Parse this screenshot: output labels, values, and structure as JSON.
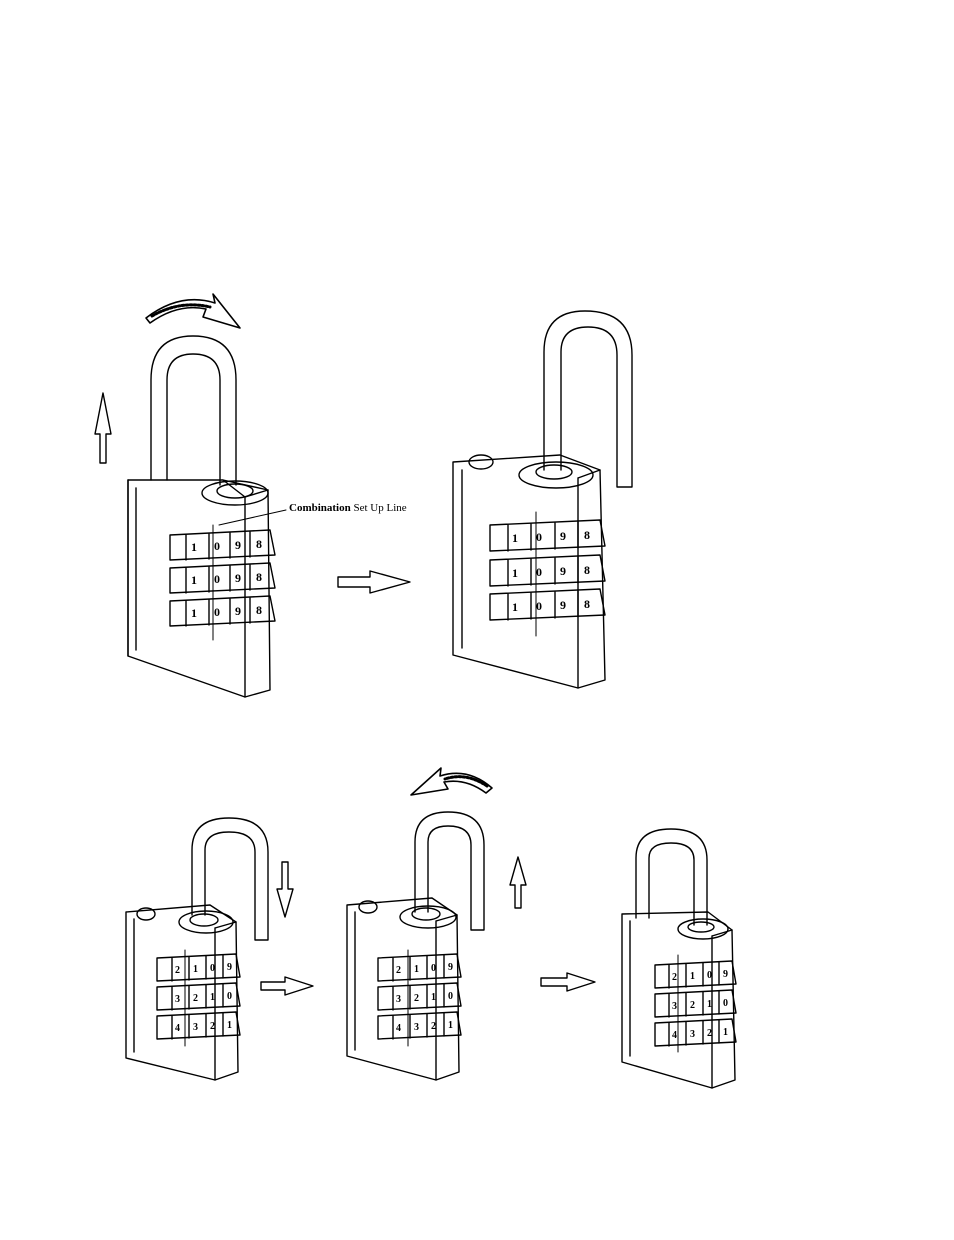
{
  "callout": {
    "bold": "Combination",
    "rest": "Set Up Line"
  },
  "dials": {
    "top": {
      "left_lock": [
        [
          "1",
          "0",
          "9",
          "8"
        ],
        [
          "1",
          "0",
          "9",
          "8"
        ],
        [
          "1",
          "0",
          "9",
          "8"
        ]
      ],
      "right_lock": [
        [
          "1",
          "0",
          "9",
          "8"
        ],
        [
          "1",
          "0",
          "9",
          "8"
        ],
        [
          "1",
          "0",
          "9",
          "8"
        ]
      ]
    },
    "bottom": {
      "lock_1": [
        [
          "2",
          "1",
          "0",
          "9"
        ],
        [
          "3",
          "2",
          "1",
          "0"
        ],
        [
          "4",
          "3",
          "2",
          "1"
        ]
      ],
      "lock_2": [
        [
          "2",
          "1",
          "0",
          "9"
        ],
        [
          "3",
          "2",
          "1",
          "0"
        ],
        [
          "4",
          "3",
          "2",
          "1"
        ]
      ],
      "lock_3": [
        [
          "2",
          "1",
          "0",
          "9"
        ],
        [
          "3",
          "2",
          "1",
          "0"
        ],
        [
          "4",
          "3",
          "2",
          "1"
        ]
      ]
    }
  },
  "colors": {
    "line": "#000000",
    "background": "#ffffff"
  }
}
